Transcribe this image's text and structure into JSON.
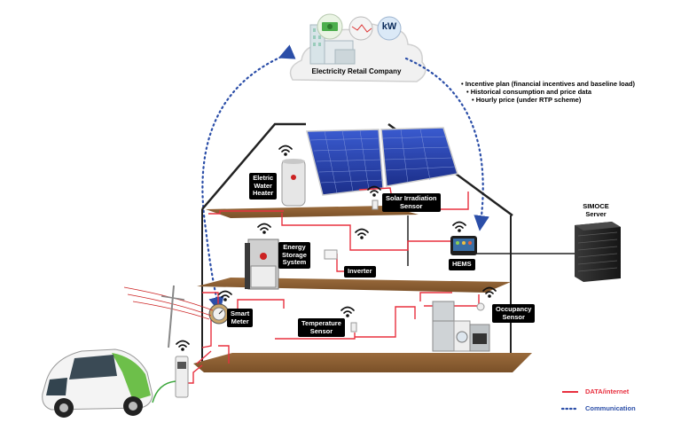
{
  "cloud": {
    "label": "Electricity Retail Company",
    "badge": "kW"
  },
  "bullets": [
    "• Incentive plan (financial incentives and baseline load)",
    "• Historical consumption and price data",
    "• Hourly price (under RTP scheme)"
  ],
  "server": {
    "title_line1": "SIMOCE",
    "title_line2": "Server"
  },
  "labels": {
    "water_heater": [
      "Eletric",
      "Water",
      "Heater"
    ],
    "solar_sensor": [
      "Solar Irradiation",
      "Sensor"
    ],
    "energy_storage": [
      "Energy",
      "Storage",
      "System"
    ],
    "inverter": "Inverter",
    "hems": "HEMS",
    "smart_meter": [
      "Smart",
      "Meter"
    ],
    "temperature_sensor": [
      "Temperature",
      "Sensor"
    ],
    "occupancy_sensor": [
      "Occupancy",
      "Sensor"
    ]
  },
  "legend": {
    "data": "DATA/internet",
    "communication": "Communication",
    "data_color": "#e8303f",
    "comm_color": "#2b4ea8"
  }
}
